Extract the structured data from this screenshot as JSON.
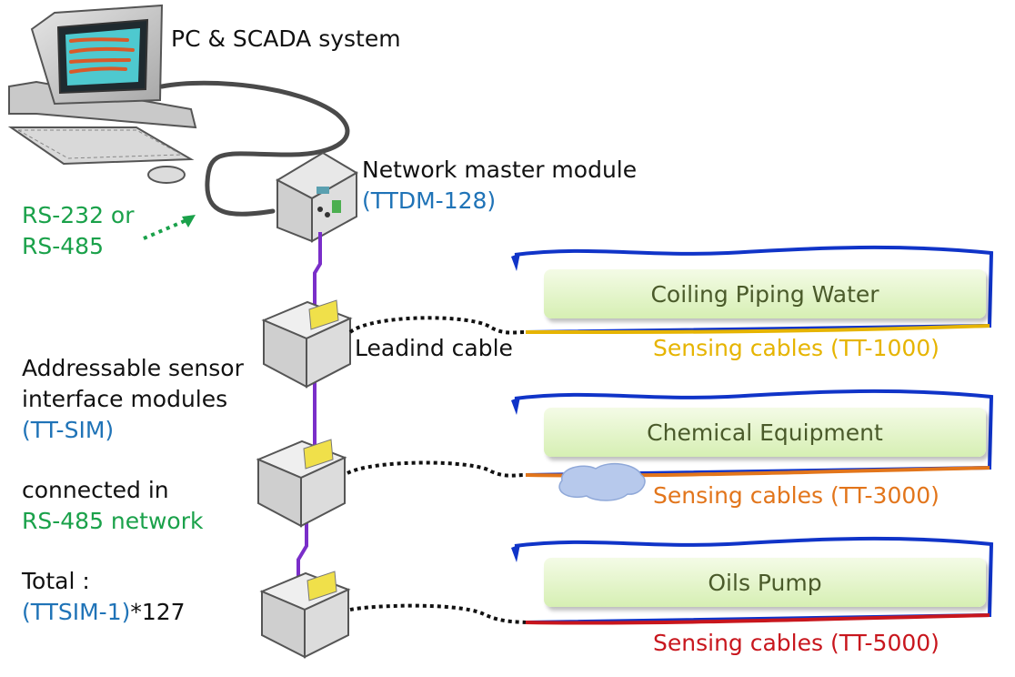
{
  "pc_label": "PC & SCADA system",
  "master": {
    "name": "Network master module",
    "model": "(TTDM-128)"
  },
  "comm": {
    "line1": "RS-232 or",
    "line2": "RS-485"
  },
  "leading_cable": "Leadind cable",
  "modules_desc": {
    "line1": "Addressable sensor",
    "line2": "interface modules",
    "model": "(TT-SIM)"
  },
  "network_desc": {
    "line1": "connected in",
    "line2": "RS-485 network"
  },
  "total": {
    "label": "Total :",
    "model": "(TTSIM-1)",
    "count": "*127"
  },
  "zones": [
    {
      "name": "Coiling Piping Water",
      "cable_label": "Sensing cables  (TT-1000)",
      "color": "#e6b400"
    },
    {
      "name": "Chemical Equipment",
      "cable_label": "Sensing cables  (TT-3000)",
      "color": "#e2751b"
    },
    {
      "name": "Oils Pump",
      "cable_label": "Sensing cables  (TT-5000)",
      "color": "#c8161d"
    }
  ],
  "colors": {
    "blue_text": "#1f73b7",
    "green_text": "#1aa14a",
    "loop_wire": "#1034c8",
    "network_wire": "#7a2ec9"
  }
}
